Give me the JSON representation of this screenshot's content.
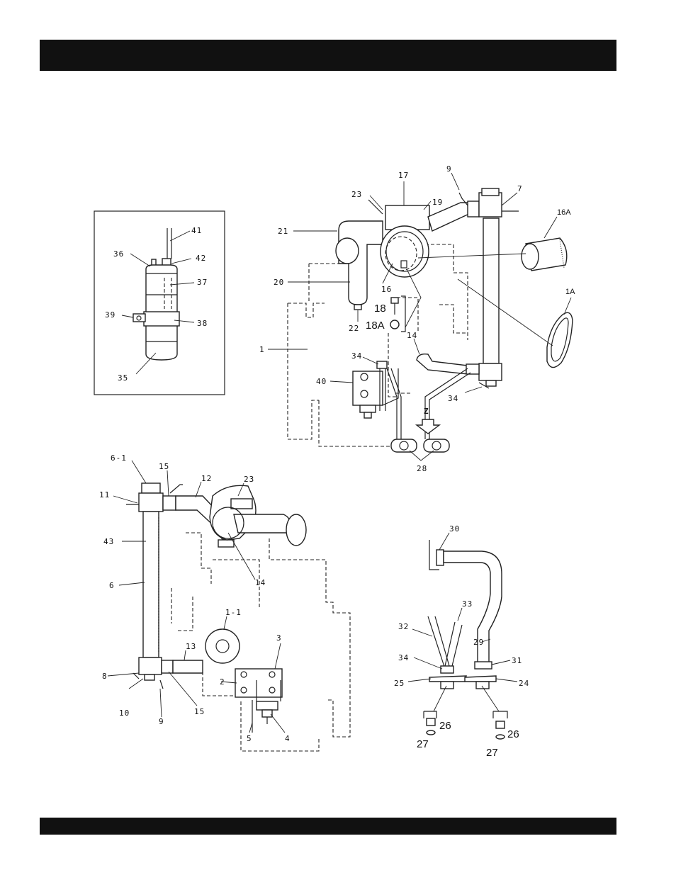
{
  "header": {
    "title": ""
  },
  "footer": {
    "text": ""
  },
  "callouts": {
    "c17": "17",
    "c9a": "9",
    "c7": "7",
    "c23a": "23",
    "c19": "19",
    "c16A": "16A",
    "c21": "21",
    "c20": "20",
    "c16": "16",
    "c18": "18",
    "c18A": "18A",
    "c22": "22",
    "c1A": "1A",
    "c1": "1",
    "c14a": "14",
    "c34a": "34",
    "c40": "40",
    "c34b": "34",
    "cZ": "Z",
    "c28": "28",
    "c41": "41",
    "c36": "36",
    "c42": "42",
    "c37": "37",
    "c39": "39",
    "c38": "38",
    "c35": "35",
    "c6_1": "6-1",
    "c15a": "15",
    "c12": "12",
    "c23b": "23",
    "c11": "11",
    "c43": "43",
    "c6": "6",
    "c14b": "14",
    "c1_1": "1-1",
    "c3": "3",
    "c13": "13",
    "c2": "2",
    "c8": "8",
    "c10": "10",
    "c9b": "9",
    "c15b": "15",
    "c5": "5",
    "c4": "4",
    "c30": "30",
    "c33": "33",
    "c32": "32",
    "c29": "29",
    "c34c": "34",
    "c31": "31",
    "c25": "25",
    "c24": "24",
    "c26a": "26",
    "c27a": "27",
    "c26b": "26",
    "c27b": "27"
  }
}
